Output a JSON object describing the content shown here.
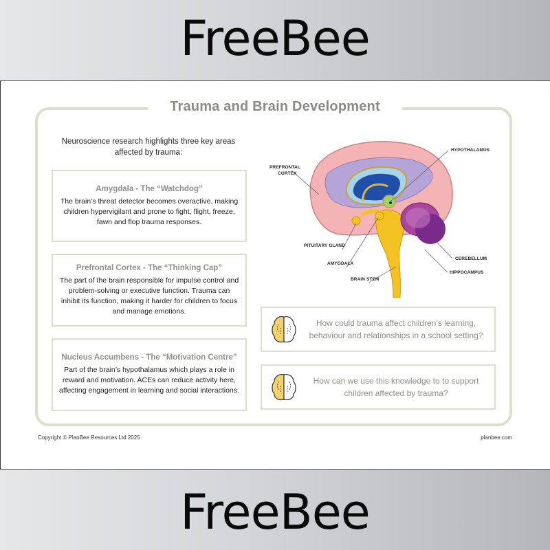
{
  "banner": {
    "top_text": "FreeBee",
    "bottom_text": "FreeBee"
  },
  "page": {
    "title": "Trauma and Brain Development",
    "intro": "Neuroscience research highlights three key areas affected by trauma:",
    "info_boxes": [
      {
        "heading": "Amygdala - The “Watchdog”",
        "body": "The brain’s threat detector becomes overactive, making children hypervigilant and prone to fight, flight, freeze, fawn and flop trauma responses."
      },
      {
        "heading": "Prefrontal Cortex - The “Thinking Cap”",
        "body": "The part of the brain responsible for impulse control and problem-solving or executive function. Trauma can inhibit its function, making it harder for children to focus and manage emotions."
      },
      {
        "heading": "Nucleus Accumbens - The “Motivation Centre”",
        "body": "Part of the brain’s hypothalamus which plays a role in reward and motivation. ACEs can reduce activity here, affecting engagement in learning and social interactions."
      }
    ],
    "diagram": {
      "labels": {
        "prefrontal_1": "PREFRONTAL",
        "prefrontal_2": "CORTEX",
        "hypothalamus": "HYPOTHALAMUS",
        "pituitary": "PITUITARY GLAND",
        "amygdala": "AMYGDALA",
        "brain_stem": "BRAIN STEM",
        "cerebellum": "CEREBELLUM",
        "hippocampus": "HIPPOCAMPUS"
      }
    },
    "questions": [
      {
        "icon": "brain-icon",
        "text": "How could trauma affect children’s learning, behaviour and relationships in a school setting?"
      },
      {
        "icon": "brain-icon",
        "text": "How can we use this knowledge to to support children affected by trauma?"
      }
    ],
    "footer": {
      "copyright": "Copyright © PlanBee Resources Ltd 2025",
      "site": "planbee.com"
    }
  },
  "colors": {
    "border": "#dcdfcb",
    "title": "#8a8a87",
    "cortex": "#f4b3b5",
    "ventricle": "#1f4fa8",
    "stem": "#f5c223",
    "cerebellum": "#8a2a8e",
    "icon_yellow": "#f2d36b"
  }
}
